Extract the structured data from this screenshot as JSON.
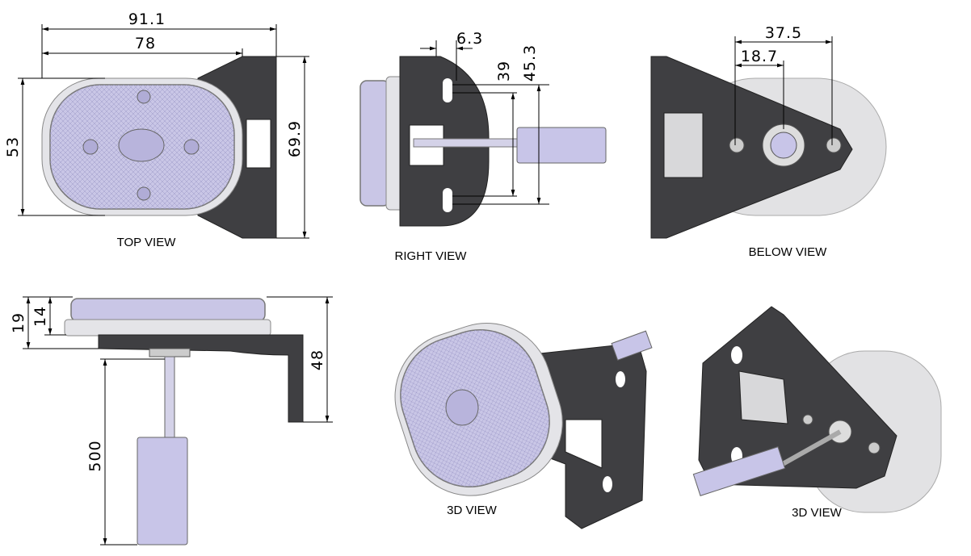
{
  "views": {
    "top": {
      "label": "TOP VIEW",
      "dims": {
        "overall_width": "91.1",
        "lens_width": "78",
        "lens_height": "53",
        "overall_height": "69.9"
      }
    },
    "right": {
      "label": "RIGHT VIEW",
      "dims": {
        "hole_offset": "6.3",
        "inner_span": "39",
        "outer_span": "45.3"
      }
    },
    "below": {
      "label": "BELOW VIEW",
      "dims": {
        "outer_span": "37.5",
        "inner_span": "18.7"
      }
    },
    "side": {
      "dims": {
        "total_height": "19",
        "lens_height": "14",
        "bracket_height": "48",
        "cable_length": "500"
      }
    },
    "iso_front": {
      "label": "3D VIEW"
    },
    "iso_back": {
      "label": "3D VIEW"
    }
  },
  "colors": {
    "bracket": "#3f3f42",
    "lens": "#c9c6e6",
    "base": "#e2e2e4"
  }
}
